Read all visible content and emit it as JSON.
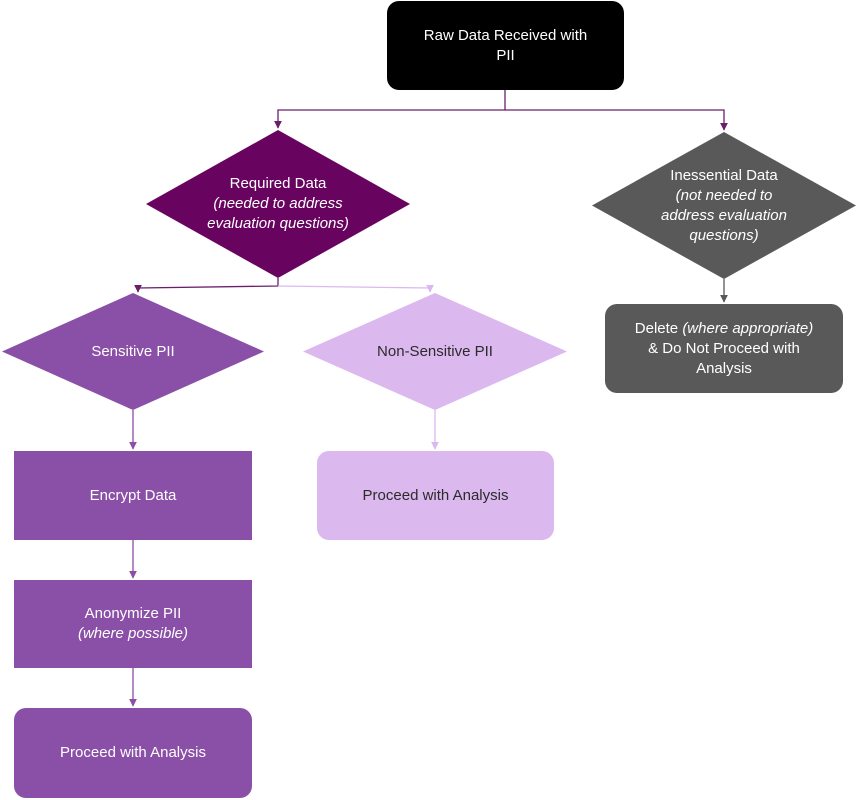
{
  "colors": {
    "root": "#000000",
    "required": "#68045f",
    "sensitive": "#8a4fa6",
    "nonsensitive": "#dbb8ee",
    "inessential": "#595959",
    "edge_dark": "#6a1f6b",
    "edge_sensitive": "#8a4fa6",
    "edge_nonsensitive": "#dbb8ee",
    "edge_grey": "#595959"
  },
  "nodes": {
    "root": {
      "line1": "Raw Data Received with",
      "line2": "PII"
    },
    "required": {
      "title": "Required Data",
      "note1": "(needed to address",
      "note2": "evaluation questions)"
    },
    "inessential": {
      "title": "Inessential Data",
      "note1": "(not needed to",
      "note2": "address evaluation",
      "note3": "questions)"
    },
    "sensitive": {
      "title": "Sensitive PII"
    },
    "nonsensitive": {
      "title": "Non-Sensitive PII"
    },
    "delete": {
      "word": "Delete",
      "note": "(where appropriate)",
      "line2": "& Do Not Proceed with",
      "line3": "Analysis"
    },
    "encrypt": {
      "title": "Encrypt Data"
    },
    "proceed_nonsensitive": {
      "title": "Proceed with Analysis"
    },
    "anonymize": {
      "title": "Anonymize PII",
      "note": "(where possible)"
    },
    "proceed_sensitive": {
      "title": "Proceed with Analysis"
    }
  }
}
